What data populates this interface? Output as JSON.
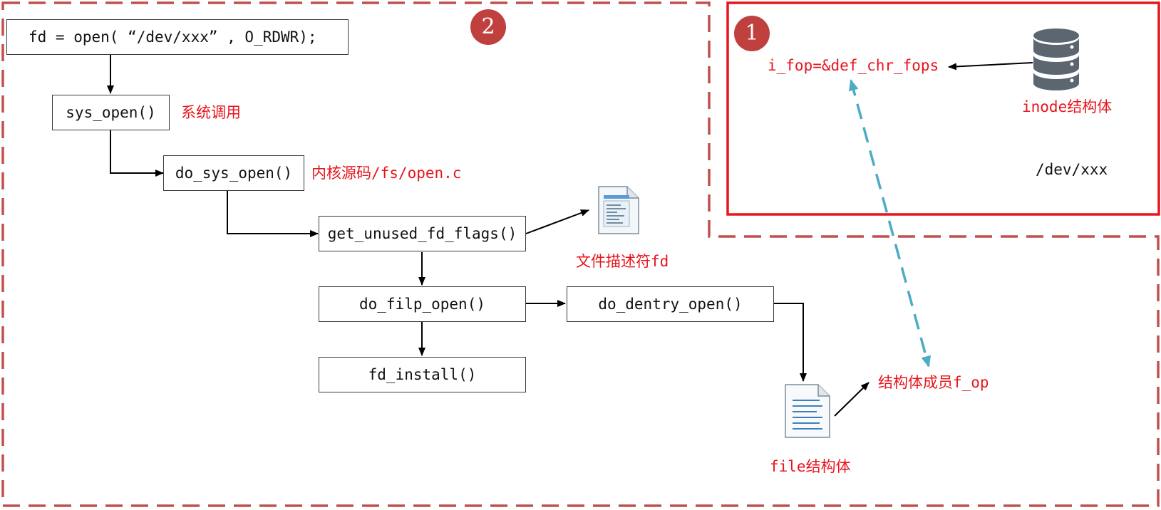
{
  "badges": {
    "one": "1",
    "two": "2"
  },
  "boxes": {
    "open_call": "fd = open( “/dev/xxx” , O_RDWR);",
    "sys_open": "sys_open()",
    "do_sys_open": "do_sys_open()",
    "get_unused": "get_unused_fd_flags()",
    "do_filp_open": "do_filp_open()",
    "do_dentry_open": "do_dentry_open()",
    "fd_install": "fd_install()"
  },
  "labels": {
    "syscall": "系统调用",
    "kernel_src": "内核源码/fs/open.c",
    "fd_desc": "文件描述符fd",
    "file_struct": "file结构体",
    "f_op_member": "结构体成员f_op",
    "i_fop": "i_fop=&def_chr_fops",
    "inode_struct": "inode结构体",
    "dev_path": "/dev/xxx"
  },
  "icons": [
    "descriptor-document-icon",
    "file-document-icon",
    "database-icon"
  ],
  "colors": {
    "label_red": "#e8141c",
    "badge_red": "#c0403e",
    "dashed_frame": "#c0504d",
    "inode_frame": "#e8141c",
    "link_teal": "#4bacc6"
  }
}
